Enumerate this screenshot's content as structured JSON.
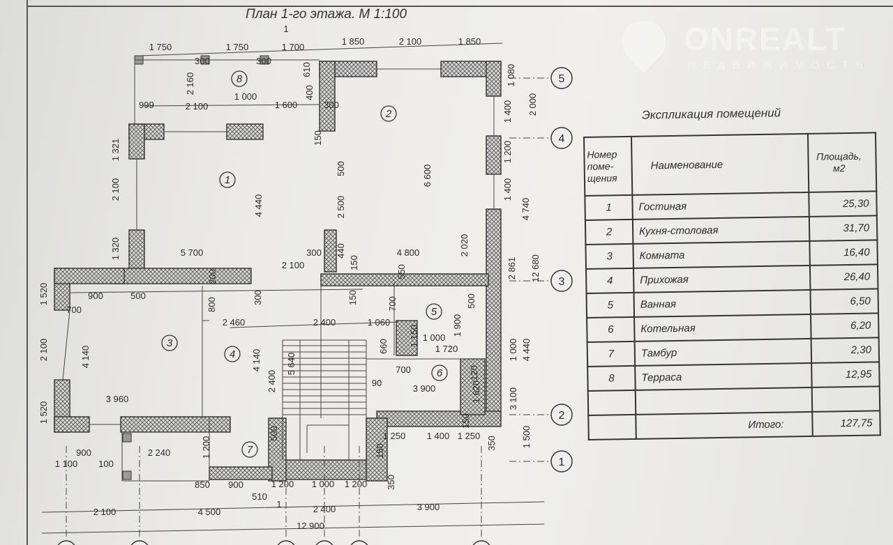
{
  "plan": {
    "title": "План 1-го этажа. М 1:100",
    "room_numbers": [
      "1",
      "2",
      "3",
      "4",
      "5",
      "6",
      "7",
      "8"
    ],
    "axis_labels": [
      "5",
      "4",
      "3",
      "2",
      "1"
    ],
    "dimensions": [
      "1 750",
      "1 750",
      "1 700",
      "1 850",
      "2 100",
      "1 850",
      "1",
      "300",
      "300",
      "610",
      "1 080",
      "2 160",
      "1 000",
      "400",
      "999",
      "2 100",
      "1 600",
      "300",
      "1 400",
      "2 000",
      "150",
      "1 321",
      "1 200",
      "500",
      "2 100",
      "4 440",
      "2 500",
      "6 600",
      "1 400",
      "4 740",
      "1 320",
      "5 700",
      "300",
      "440",
      "150",
      "4 800",
      "2 020",
      "2 861",
      "12 680",
      "2 100",
      "200",
      "550",
      "1 520",
      "700",
      "900",
      "500",
      "800",
      "300",
      "150",
      "500",
      "700",
      "2 460",
      "2 400",
      "1 060",
      "1 900",
      "2 100",
      "4 140",
      "4 140",
      "5 640",
      "1 150",
      "1 000",
      "660",
      "1 720",
      "1 000",
      "4 440",
      "700",
      "120",
      "2 400",
      "90",
      "3 900",
      "1 620",
      "3 100",
      "150",
      "3 960",
      "1 520",
      "500",
      "1 250",
      "1 400",
      "1 250",
      "350",
      "1 500",
      "150",
      "900",
      "1 100",
      "100",
      "2 240",
      "1 200",
      "350",
      "850",
      "900",
      "1 200",
      "1 000",
      "1 200",
      "510",
      "1",
      "2 100",
      "4 500",
      "2 400",
      "3 900",
      "12 900"
    ]
  },
  "watermark": {
    "brand": "ONREALT",
    "subtitle": "НЕДВИЖИМОСТЬ"
  },
  "explication": {
    "title": "Экспликация помещений",
    "headers": {
      "number": "Номер поме- щения",
      "name": "Наименование",
      "area": "Площадь, м2"
    },
    "rows": [
      {
        "number": "1",
        "name": "Гостиная",
        "area": "25,30"
      },
      {
        "number": "2",
        "name": "Кухня-столовая",
        "area": "31,70"
      },
      {
        "number": "3",
        "name": "Комната",
        "area": "16,40"
      },
      {
        "number": "4",
        "name": "Прихожая",
        "area": "26,40"
      },
      {
        "number": "5",
        "name": "Ванная",
        "area": "6,50"
      },
      {
        "number": "6",
        "name": "Котельная",
        "area": "6,20"
      },
      {
        "number": "7",
        "name": "Тамбур",
        "area": "2,30"
      },
      {
        "number": "8",
        "name": "Терраса",
        "area": "12,95"
      }
    ],
    "total_label": "Итого:",
    "total_value": "127,75"
  }
}
